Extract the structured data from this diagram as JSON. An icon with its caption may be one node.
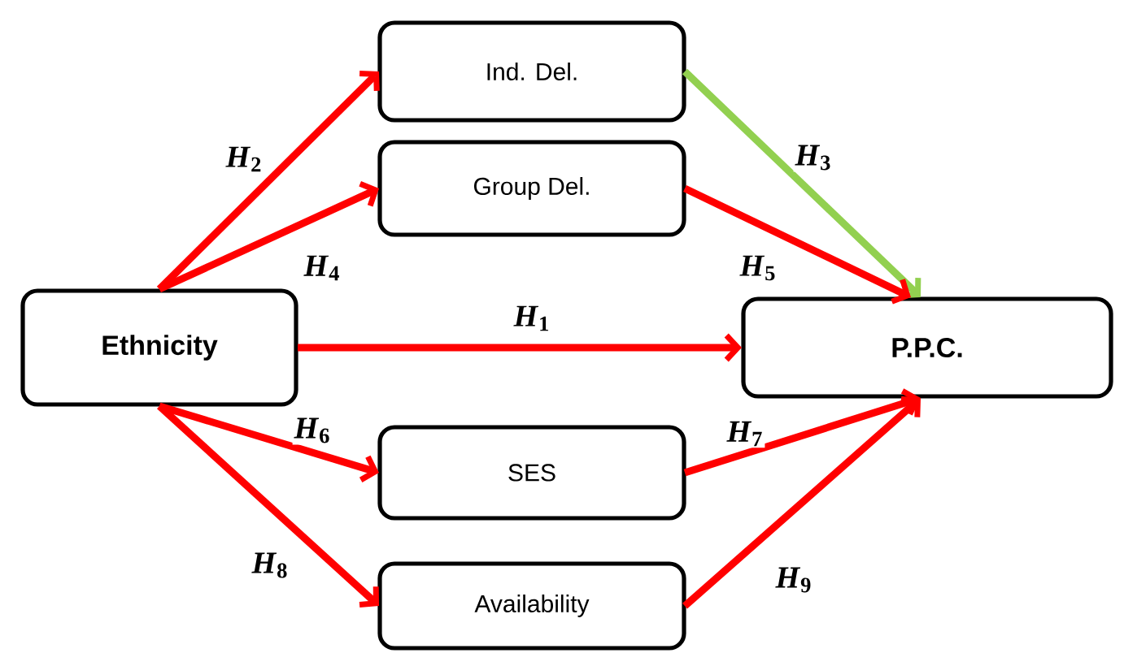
{
  "diagram": {
    "nodes": [
      {
        "text": [
          "Ethnicity"
        ]
      },
      {
        "text": [
          "Ind. Del."
        ]
      },
      {
        "text": [
          "Group Del."
        ]
      },
      {
        "text": [
          "P.P.C."
        ]
      },
      {
        "text": [
          "SES"
        ]
      },
      {
        "text": [
          "Availability"
        ]
      }
    ],
    "edges": [
      {
        "from": 0,
        "to": 1,
        "arrow": "to",
        "label": "*H*$_{2}$"
      },
      {
        "from": 0,
        "to": 2,
        "arrow": "to",
        "label": "*H*$_{4}$"
      },
      {
        "from": 1,
        "to": 3,
        "arrow": "to",
        "label": "*H*$_{3}$",
        "color": "#92d050"
      },
      {
        "from": 2,
        "to": 3,
        "arrow": "to",
        "label": "*H*$_{5}$"
      },
      {
        "from": 0,
        "to": 3,
        "arrow": "to",
        "label": "*H*$_{1}$"
      },
      {
        "from": 0,
        "to": 4,
        "arrow": "to",
        "label": "*H*$_{6}$"
      },
      {
        "from": 0,
        "to": 5,
        "arrow": "to",
        "label": "*H*$_{8}$"
      },
      {
        "from": 4,
        "to": 3,
        "arrow": "to",
        "label": "*H*$_{7}$"
      },
      {
        "from": 5,
        "to": 3,
        "arrow": "to",
        "label": "*H*$_{9}$"
      }
    ]
  }
}
